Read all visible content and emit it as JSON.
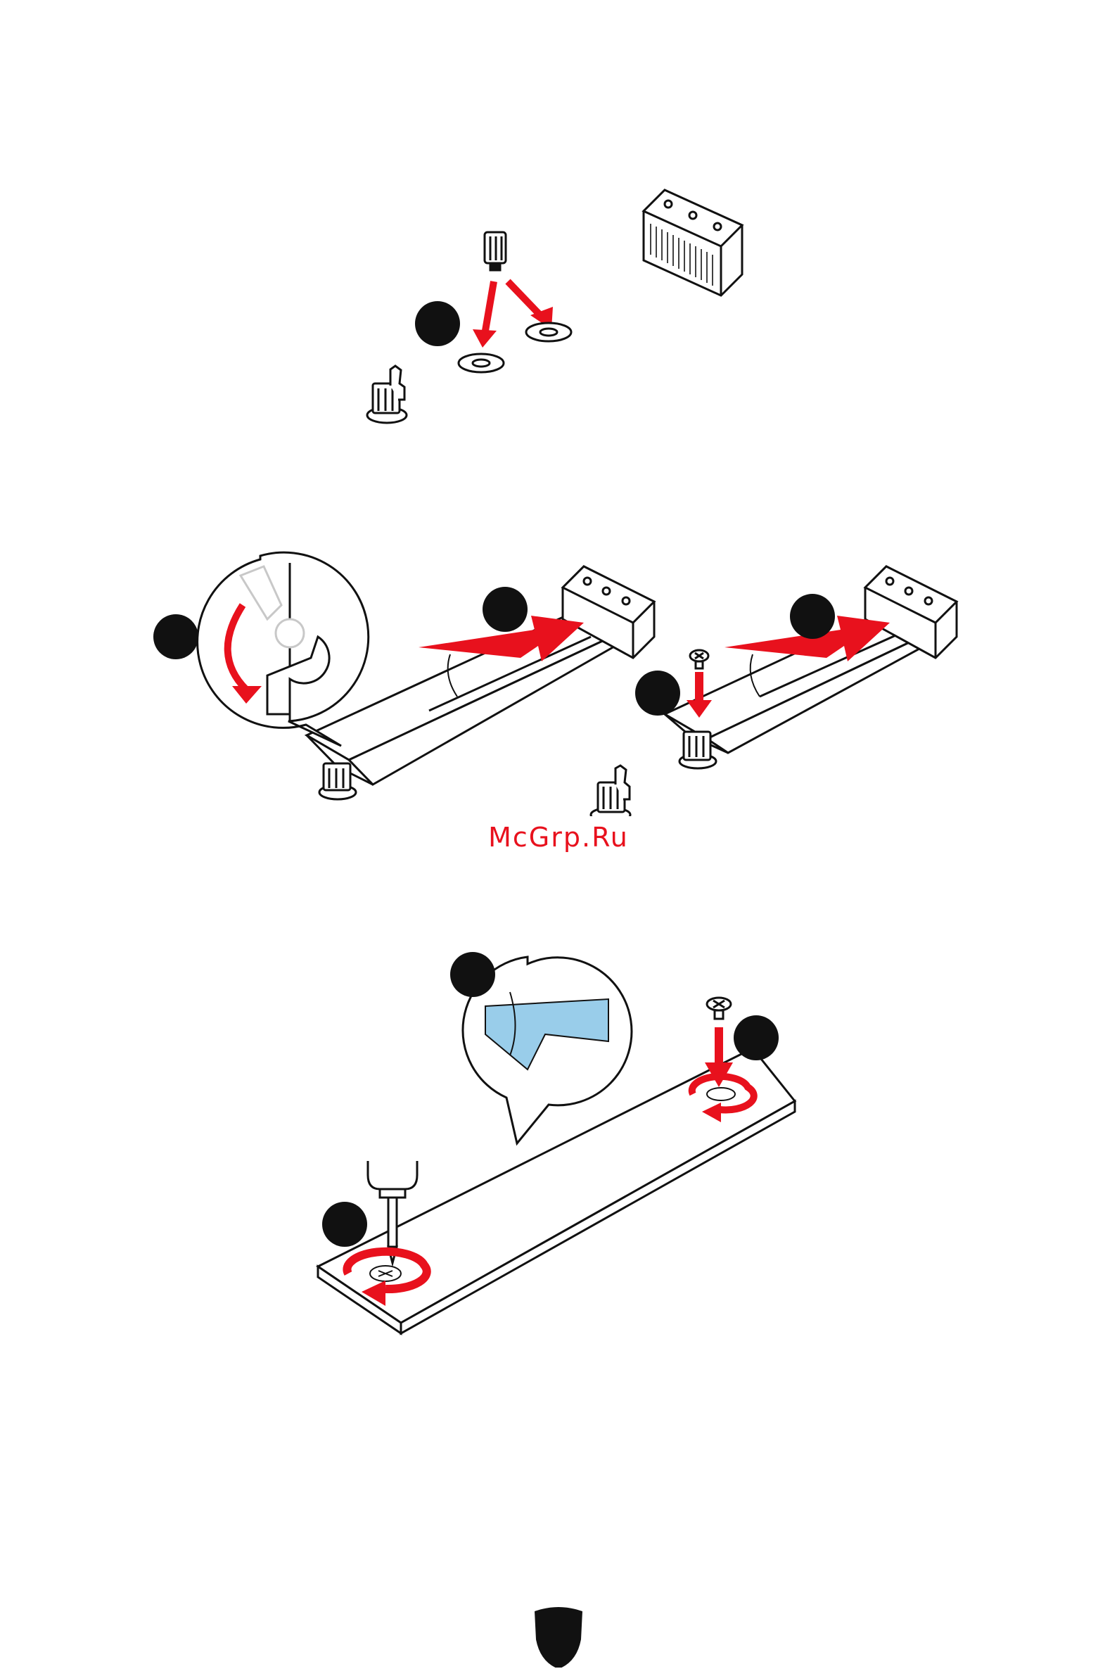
{
  "watermark": "McGrp.Ru",
  "colors": {
    "accent_red": "#e8111d",
    "callout_black": "#111111",
    "thermal_pad_blue": "#99cdea",
    "line": "#111111",
    "ghost": "#c8c8c8"
  },
  "figures": [
    {
      "id": "step1",
      "icons": [
        "standoff-icon",
        "screw-hole-icon",
        "m2-connector-icon",
        "latch-standoff-icon"
      ]
    },
    {
      "id": "step2",
      "icons": [
        "ssd-card-icon",
        "latch-detail-callout-icon",
        "m2-connector-icon",
        "screw-icon"
      ]
    },
    {
      "id": "step3",
      "icons": [
        "heatsink-plate-icon",
        "thermal-pad-callout-icon",
        "screwdriver-icon",
        "screw-icon"
      ]
    }
  ],
  "footer_icon": "msi-shield-icon"
}
